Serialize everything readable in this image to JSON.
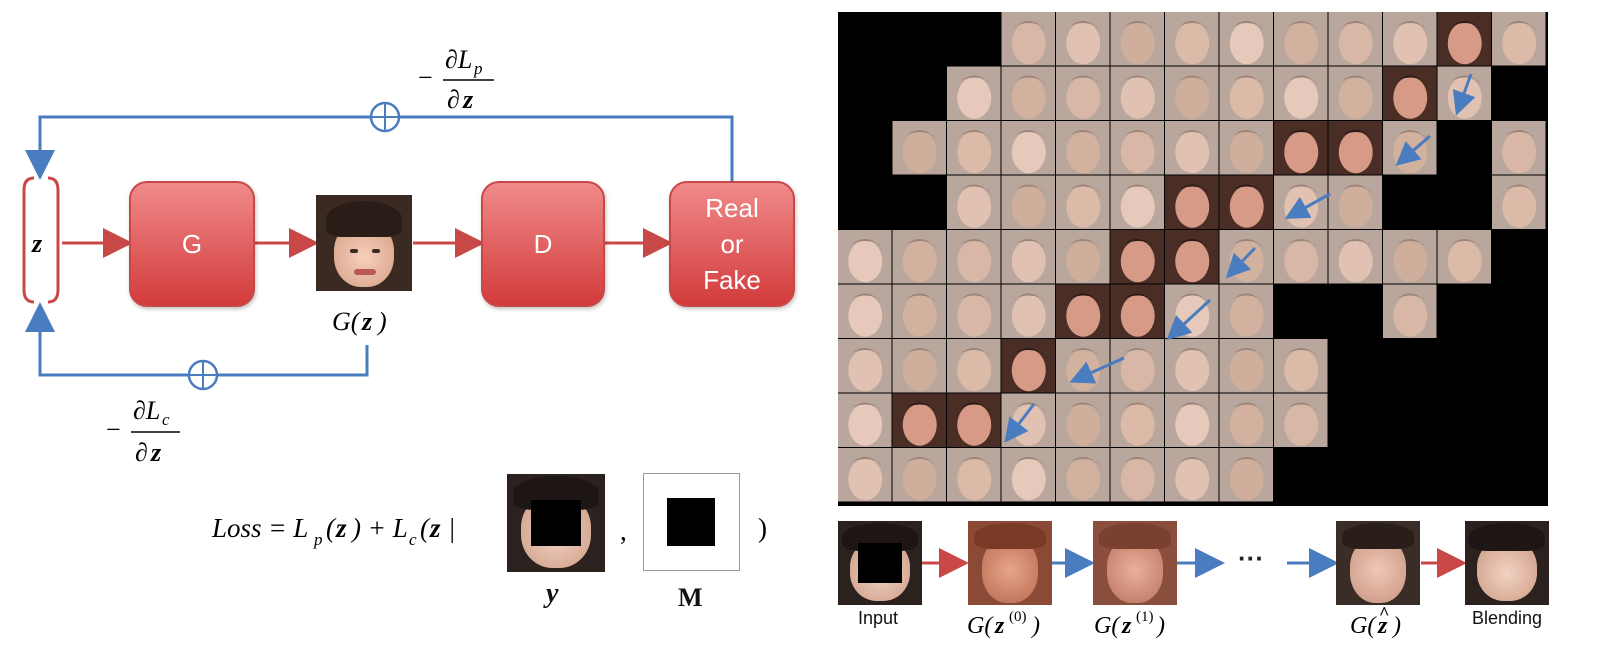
{
  "left": {
    "z_label": "z",
    "g_label": "G",
    "d_label": "D",
    "real_or_fake": [
      "Real",
      "or",
      "Fake"
    ],
    "gz_label": "G(z)",
    "lp_grad": "Lp",
    "lc_grad": "Lc",
    "loss_text": "Loss = L",
    "y_label": "y",
    "m_label": "M"
  },
  "right": {
    "bottom_labels": [
      "Input",
      "G(z(0))",
      "G(z(1))",
      "...",
      "G(ẑ)",
      "Blending"
    ],
    "input_label": "Input",
    "blend_label": "Blending",
    "ellipsis": "···"
  },
  "colors": {
    "red": "#c84848",
    "blue": "#4a7cc0",
    "box": "#e05555"
  }
}
